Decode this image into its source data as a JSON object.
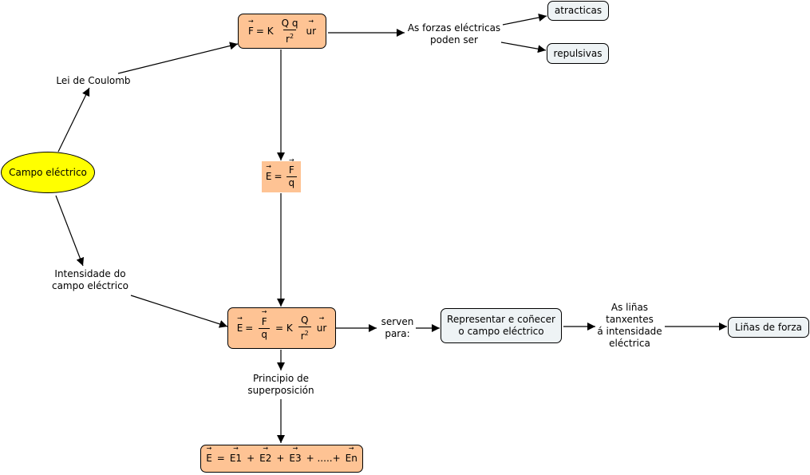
{
  "colors": {
    "root_fill": "#ffff00",
    "formula_fill": "#fec394",
    "concept_fill": "#eef3f5",
    "line": "#000000"
  },
  "nodes": {
    "campo_electrico": "Campo eléctrico",
    "lei_coulomb": "Lei de Coulomb",
    "intensidade": "Intensidade do\ncampo eléctrico",
    "forzas_label": "As forzas eléctricas\npoden ser",
    "atracticas": "atracticas",
    "repulsivas": "repulsivas",
    "serven_para": "serven\npara:",
    "representar": "Representar e coñecer\no campo eléctrico",
    "linas_tanxentes": "As liñas\ntanxentes\ná intensidade\neléctrica",
    "linas_forza": "Liñas de forza",
    "principio": "Principio de\nsuperposición"
  },
  "formulas": {
    "coulomb": {
      "F": "F",
      "eq": "= K",
      "num": "Q q",
      "den": "r",
      "exp": "2",
      "u": "ur"
    },
    "e_def": {
      "E": "E",
      "eq": "=",
      "num": "F",
      "den": "q"
    },
    "e_full": {
      "E": "E",
      "eq1": "=",
      "num1": "F",
      "den1": "q",
      "eq2": "= K",
      "num2": "Q",
      "den2": "r",
      "exp": "2",
      "u": "ur"
    },
    "superposicion": {
      "E": "E",
      "eq": "=",
      "t1": "E1",
      "p1": "+",
      "t2": "E2",
      "p2": "+",
      "t3": "E3",
      "p3": "+ .....+",
      "tn": "En"
    }
  }
}
